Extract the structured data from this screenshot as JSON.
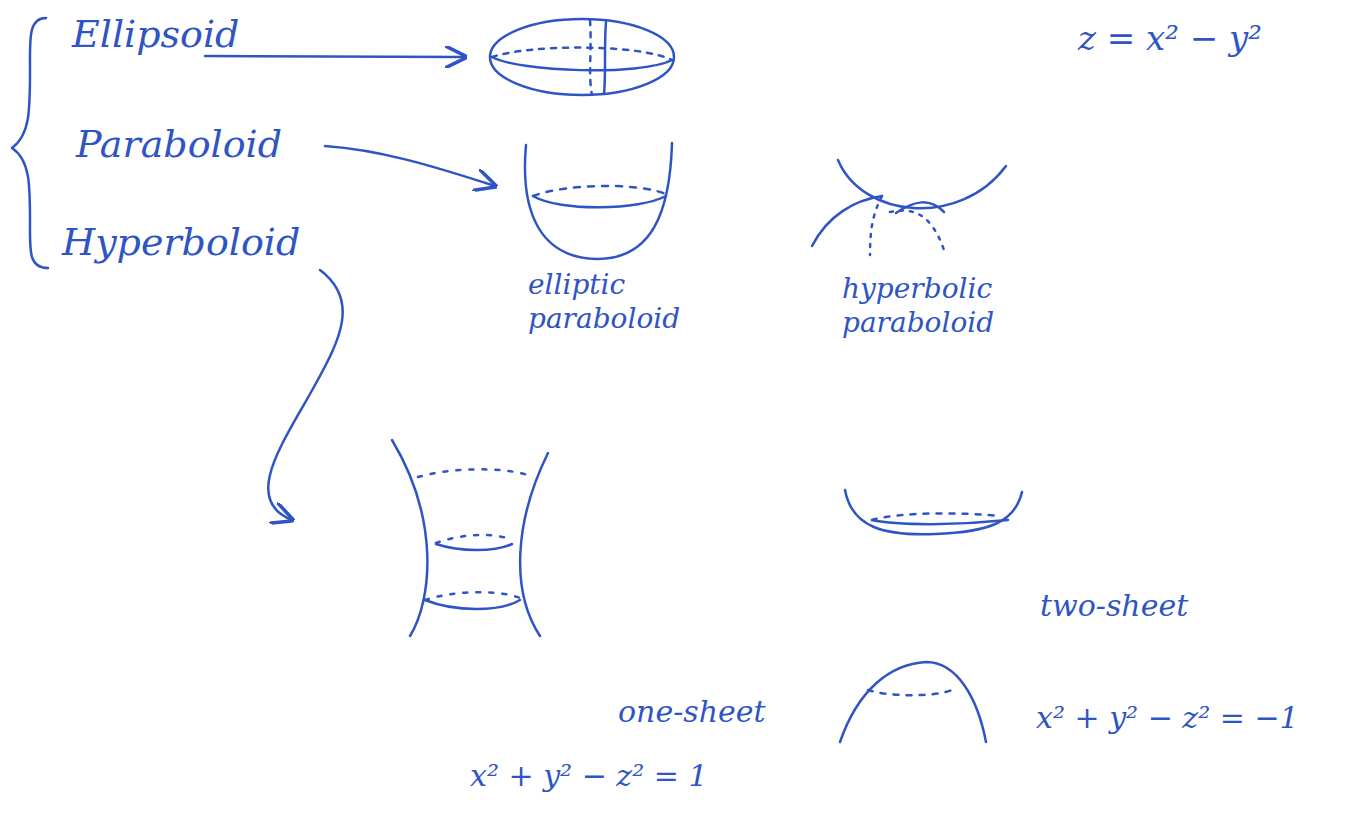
{
  "diagram": {
    "labels": [
      "Ellipsoid",
      "Paraboloid",
      "Hyperboloid",
      "elliptic paraboloid",
      "hyperbolic paraboloid",
      "z = x² − y²",
      "one-sheet",
      "x² + y² − z² = 1",
      "two-sheet",
      "x² + y² − z² = −1"
    ]
  }
}
